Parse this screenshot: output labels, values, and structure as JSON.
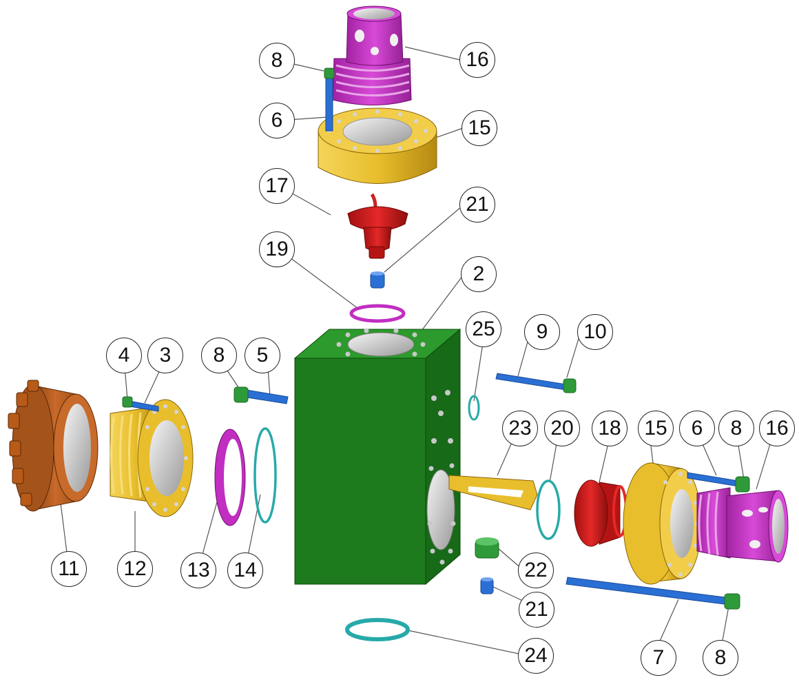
{
  "colors": {
    "body_block": "#1d7a1d",
    "body_block_dark": "#135e13",
    "body_block_top": "#2c9a2c",
    "flange": "#e8be2c",
    "flange_dark": "#b58a12",
    "bonnet_nut": "#c93ac9",
    "bonnet_nut_dark": "#962196",
    "hammer_union": "#c86a2a",
    "hammer_union_dark": "#8e4512",
    "seat": "#d21c1c",
    "seat_dark": "#8f0e0e",
    "bolt": "#2a6fd4",
    "bolt_head": "#2f9a3a",
    "oring_cyan": "#27a9a9",
    "oring_magenta": "#c12ec1",
    "bore": "#d6d6d6"
  },
  "callouts": [
    {
      "id": "c16-top",
      "label": "16"
    },
    {
      "id": "c8-top",
      "label": "8"
    },
    {
      "id": "c6-top",
      "label": "6"
    },
    {
      "id": "c15-top",
      "label": "15"
    },
    {
      "id": "c17",
      "label": "17"
    },
    {
      "id": "c21-top",
      "label": "21"
    },
    {
      "id": "c19",
      "label": "19"
    },
    {
      "id": "c2",
      "label": "2"
    },
    {
      "id": "c25",
      "label": "25"
    },
    {
      "id": "c9",
      "label": "9"
    },
    {
      "id": "c10",
      "label": "10"
    },
    {
      "id": "c4",
      "label": "4"
    },
    {
      "id": "c3",
      "label": "3"
    },
    {
      "id": "c8-left",
      "label": "8"
    },
    {
      "id": "c5",
      "label": "5"
    },
    {
      "id": "c23",
      "label": "23"
    },
    {
      "id": "c20",
      "label": "20"
    },
    {
      "id": "c18",
      "label": "18"
    },
    {
      "id": "c15-right",
      "label": "15"
    },
    {
      "id": "c6-right",
      "label": "6"
    },
    {
      "id": "c8-right",
      "label": "8"
    },
    {
      "id": "c16-right",
      "label": "16"
    },
    {
      "id": "c11",
      "label": "11"
    },
    {
      "id": "c12",
      "label": "12"
    },
    {
      "id": "c13",
      "label": "13"
    },
    {
      "id": "c14",
      "label": "14"
    },
    {
      "id": "c22",
      "label": "22"
    },
    {
      "id": "c21-bottom",
      "label": "21"
    },
    {
      "id": "c24",
      "label": "24"
    },
    {
      "id": "c7",
      "label": "7"
    },
    {
      "id": "c8-bottom",
      "label": "8"
    }
  ]
}
